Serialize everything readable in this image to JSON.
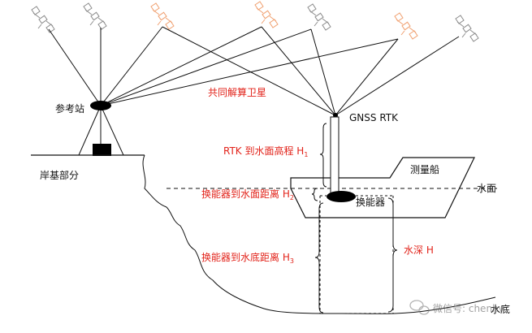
{
  "labels": {
    "reference_station": "参考站",
    "shore_part": "岸基部分",
    "common_solution_satellites": "共同解算卫星",
    "gnss_rtk": "GNSS RTK",
    "rtk_to_water_main": "RTK 到水面高程 H",
    "rtk_to_water_sub": "1",
    "transducer_to_surface_main": "换能器到水面距离 H",
    "transducer_to_surface_sub": "2",
    "transducer_to_bottom_main": "换能器到水底距离 H",
    "transducer_to_bottom_sub": "3",
    "water_depth": "水深 H",
    "survey_boat": "测量船",
    "water_surface": "水面",
    "transducer": "换能器",
    "water_bottom": "水底",
    "watermark": "微信号: chenhv"
  },
  "colors": {
    "satellite_gray": "#8c8c8c",
    "satellite_orange": "#f0a070",
    "label_red": "#e2231a"
  },
  "icons": {
    "satellite": "satellite-icon",
    "watermark_logo": "wechat-logo-icon"
  }
}
